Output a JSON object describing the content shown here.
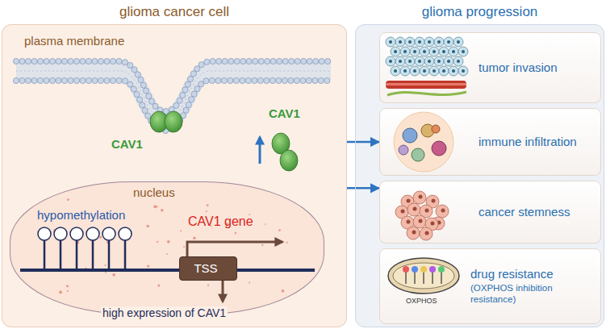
{
  "diagram": {
    "nodes": [
      {
        "text": [
          "glioma cancer cell"
        ]
      },
      {
        "text": [
          "nucleus",
          "hypomethylation",
          "CAV1 gene"
        ],
        "in": 0
      },
      {
        "text": [
          "TSS"
        ],
        "in": 1
      },
      {
        "text": [
          "glioma progression"
        ]
      },
      {
        "text": [
          "tumor invasion"
        ],
        "in": 3
      },
      {
        "text": [
          "immune infiltration"
        ],
        "in": 3
      },
      {
        "text": [
          "cancer stemness"
        ],
        "in": 3
      },
      {
        "text": [
          "drug resistance",
          "(OXPHOS inhibition resistance)"
        ],
        "in": 3
      }
    ],
    "edges": [
      {
        "from": 0,
        "to": 5,
        "arrow": "to"
      },
      {
        "from": 0,
        "to": 6,
        "arrow": "to"
      }
    ],
    "labels": [
      "plasma membrane",
      "CAV1",
      "CAV1",
      "high expression of CAV1",
      "OXPHOS"
    ]
  }
}
